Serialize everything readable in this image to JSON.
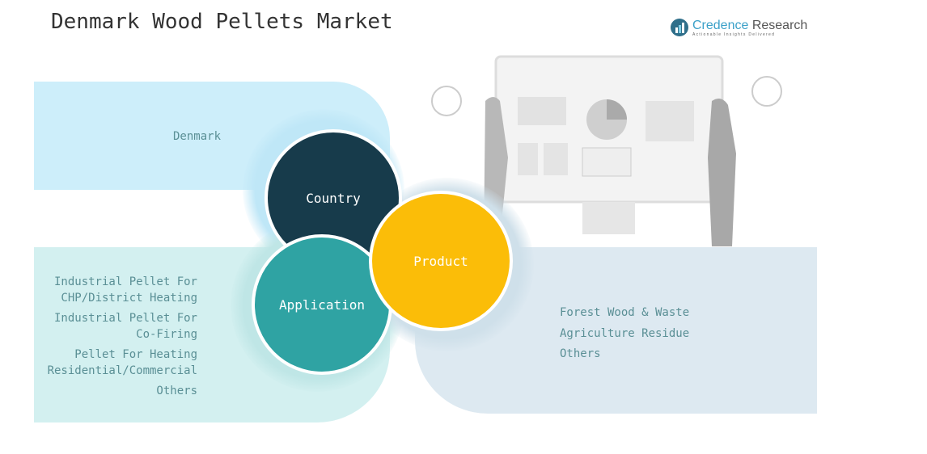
{
  "title": "Denmark Wood Pellets Market",
  "logo": {
    "name_a": "Credence",
    "name_b": " Research",
    "tagline": "Actionable Insights Delivered"
  },
  "country": {
    "label": "Country",
    "items": [
      "Denmark"
    ]
  },
  "application": {
    "label": "Application",
    "items": [
      "Industrial Pellet For CHP/District Heating",
      "Industrial Pellet For Co-Firing",
      "Pellet For Heating Residential/Commercial",
      "Others"
    ]
  },
  "product": {
    "label": "Product",
    "items": [
      "Forest Wood & Waste",
      "Agriculture Residue",
      "Others"
    ]
  },
  "colors": {
    "country": "#173b4b",
    "application": "#2fa3a3",
    "product": "#fbbd08"
  }
}
